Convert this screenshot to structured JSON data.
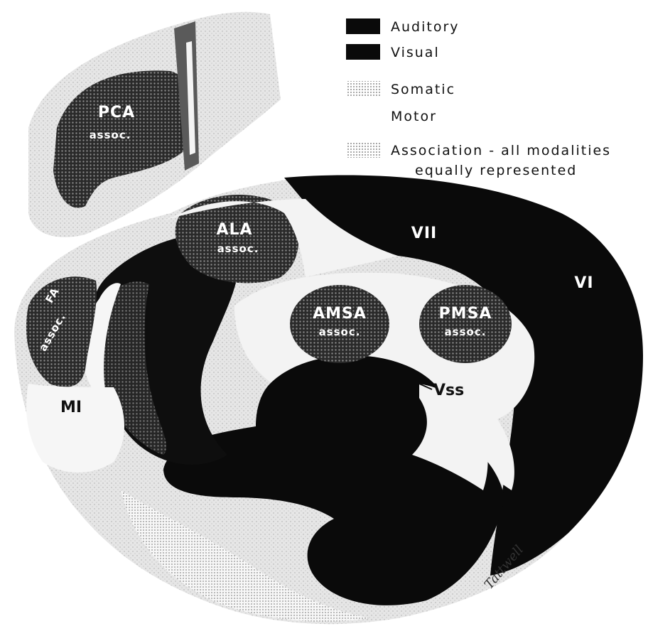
{
  "legend": {
    "items": [
      {
        "swatch": "auditory",
        "label": "Auditory",
        "color": "#0a0a0a"
      },
      {
        "swatch": "visual",
        "label": "Visual",
        "color": "#0a0a0a"
      },
      {
        "swatch": "somatic",
        "label": "Somatic",
        "color": "#9a9a9a"
      },
      {
        "swatch": "motor",
        "label": "Motor",
        "color": "#ffffff"
      },
      {
        "swatch": "association",
        "label": "Association - all modalities",
        "label_line2": "equally represented",
        "color": "#b8b8b8"
      }
    ]
  },
  "regions": {
    "pca": {
      "name": "PCA",
      "sub": "assoc."
    },
    "ala": {
      "name": "ALA",
      "sub": "assoc."
    },
    "amsa": {
      "name": "AMSA",
      "sub": "assoc."
    },
    "pmsa": {
      "name": "PMSA",
      "sub": "assoc."
    },
    "fa": {
      "name": "FA",
      "sub": "assoc."
    },
    "mi": {
      "name": "MI"
    },
    "vii": {
      "name": "VII"
    },
    "vi": {
      "name": "VI"
    },
    "vss": {
      "name": "Vss"
    }
  },
  "signature": "Tattwell"
}
